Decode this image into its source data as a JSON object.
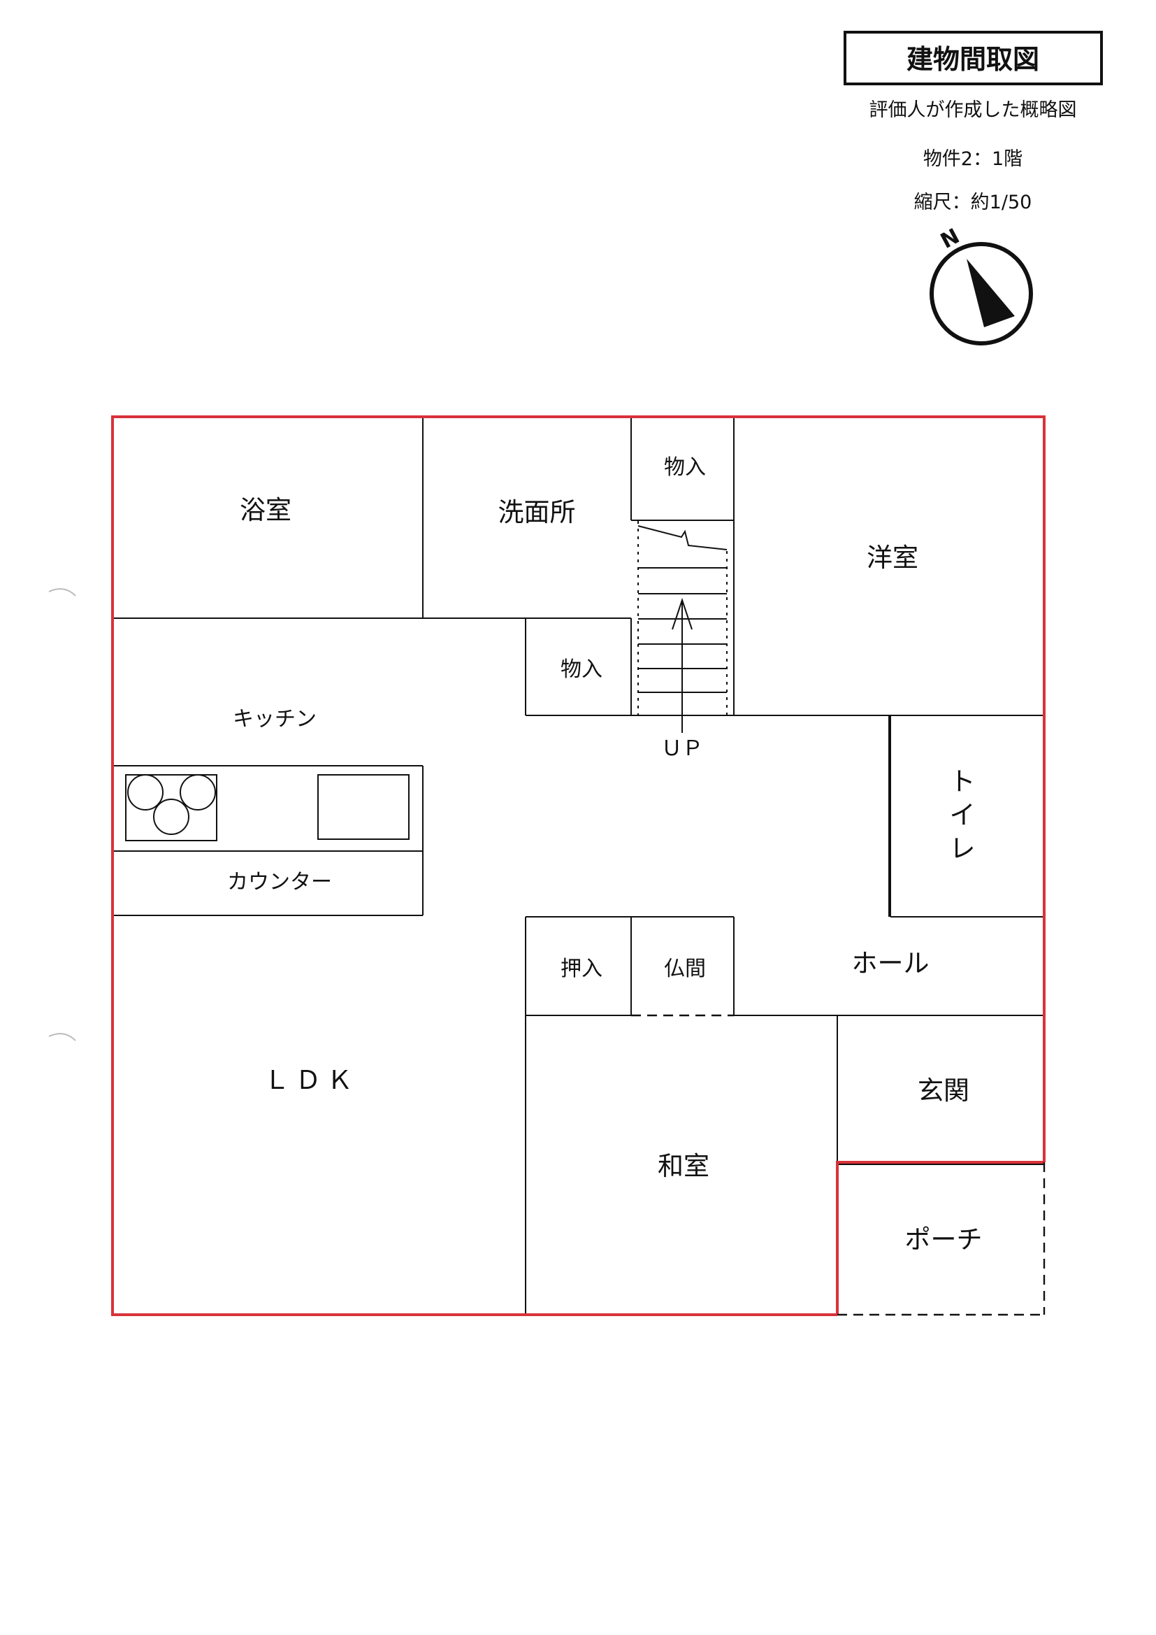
{
  "title": "建物間取図",
  "note": "評価人が作成した概略図",
  "property": "物件2：1階",
  "scale": "縮尺：約1/50",
  "north_label": "N",
  "rooms": {
    "bath": "浴室",
    "washroom": "洗面所",
    "storage_top": "物入",
    "western": "洋室",
    "storage_mid": "物入",
    "kitchen": "キッチン",
    "up": "ＵＰ",
    "toilet_1": "ト",
    "toilet_2": "イ",
    "toilet_3": "レ",
    "counter": "カウンター",
    "closet": "押入",
    "altar": "仏間",
    "hall": "ホール",
    "ldk": "ＬＤＫ",
    "entrance": "玄関",
    "japanese": "和室",
    "porch": "ポーチ"
  },
  "colors": {
    "outline": "#d9323a",
    "line": "#111111"
  }
}
